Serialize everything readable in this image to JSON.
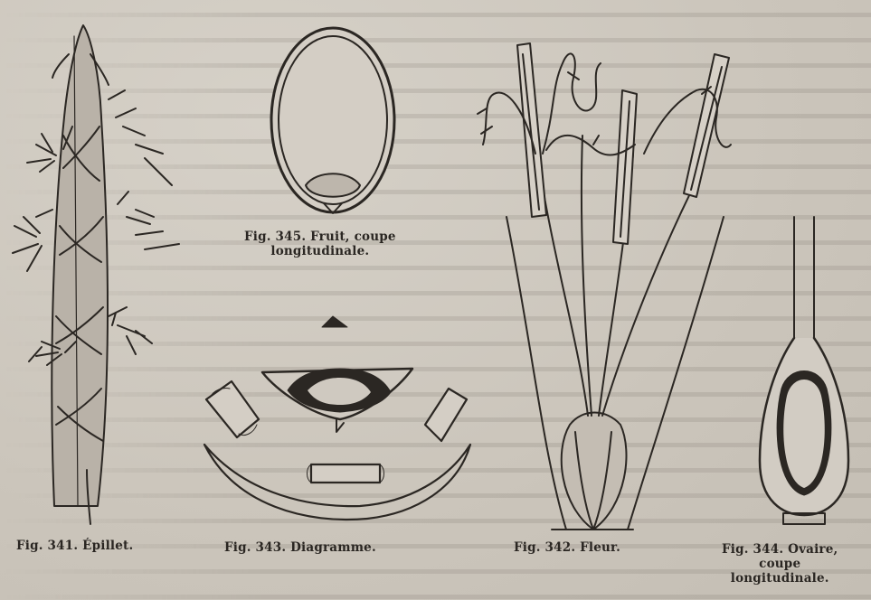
{
  "figures": [
    {
      "id": "fig-341",
      "caption": [
        "Fig. 341. Épillet."
      ]
    },
    {
      "id": "fig-345",
      "caption": [
        "Fig. 345. Fruit, coupe",
        "longitudinale."
      ]
    },
    {
      "id": "fig-343",
      "caption": [
        "Fig. 343. Diagramme."
      ]
    },
    {
      "id": "fig-342",
      "caption": [
        "Fig. 342. Fleur."
      ]
    },
    {
      "id": "fig-344",
      "caption": [
        "Fig. 344. Ovaire,",
        "coupe",
        "longitudinale."
      ]
    }
  ]
}
